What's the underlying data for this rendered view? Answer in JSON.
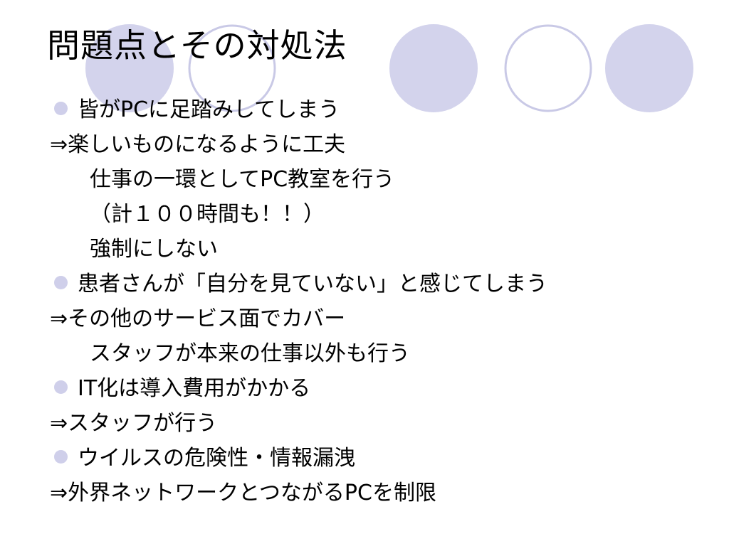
{
  "slide": {
    "title": "問題点とその対処法",
    "accent_colors": {
      "circle_fill": "#d3d3ec",
      "circle_outline": "#c9c9e6",
      "bullet": "#cfcfea",
      "text": "#000000",
      "background": "#ffffff"
    },
    "decoration": {
      "icon": "circle-row-decoration",
      "pattern": [
        "filled",
        "outline",
        "empty",
        "filled",
        "outline",
        "filled"
      ]
    },
    "lines": [
      {
        "kind": "bullet",
        "text": "皆がPCに足踏みしてしまう"
      },
      {
        "kind": "result",
        "text": "⇒楽しいものになるように工夫"
      },
      {
        "kind": "sub",
        "text": "仕事の一環としてPC教室を行う"
      },
      {
        "kind": "sub",
        "text": "（計１００時間も！！）"
      },
      {
        "kind": "sub",
        "text": "強制にしない"
      },
      {
        "kind": "bullet",
        "text": "患者さんが「自分を見ていない」と感じてしまう"
      },
      {
        "kind": "result",
        "text": "⇒その他のサービス面でカバー"
      },
      {
        "kind": "sub",
        "text": "スタッフが本来の仕事以外も行う"
      },
      {
        "kind": "bullet",
        "text": "IT化は導入費用がかかる"
      },
      {
        "kind": "result",
        "text": "⇒スタッフが行う"
      },
      {
        "kind": "bullet",
        "text": "ウイルスの危険性・情報漏洩"
      },
      {
        "kind": "result",
        "text": "⇒外界ネットワークとつながるPCを制限"
      }
    ]
  }
}
